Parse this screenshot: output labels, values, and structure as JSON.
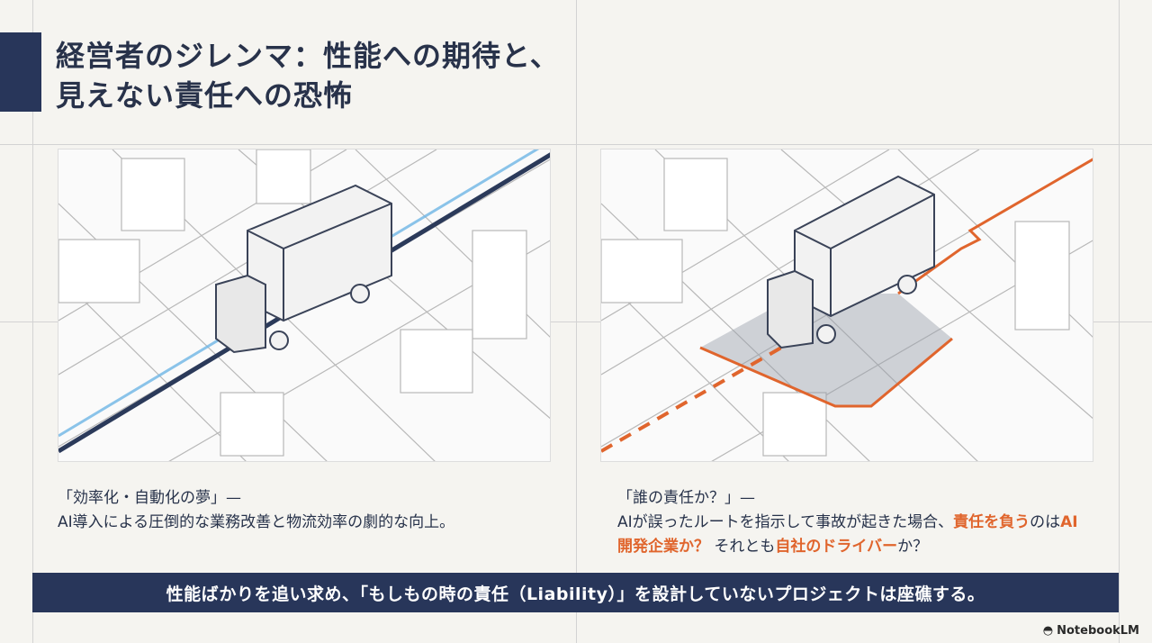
{
  "title": {
    "line1": "経営者のジレンマ：性能への期待と、",
    "line2": "見えない責任への恐怖"
  },
  "left": {
    "heading": "「効率化・自動化の夢」—",
    "body": "AI導入による圧倒的な業務改善と物流効率の劇的な向上。",
    "illustration": "truck-on-highlighted-route"
  },
  "right": {
    "heading": "「誰の責任か？」—",
    "body_parts": [
      "AIが誤ったルートを指示して事故が起きた場合、",
      "責任を負う",
      "のは",
      "AI開発企業か？",
      "それとも",
      "自社のドライバー",
      "か？"
    ],
    "illustration": "truck-accident-zone"
  },
  "banner": "性能ばかりを追い求め、「もしもの時の責任（Liability）」を設計していないプロジェクトは座礁する。",
  "brand": "NotebookLM",
  "colors": {
    "navy": "#28365a",
    "accent_orange": "#e0652d",
    "route_blue": "#6fb6e6"
  }
}
